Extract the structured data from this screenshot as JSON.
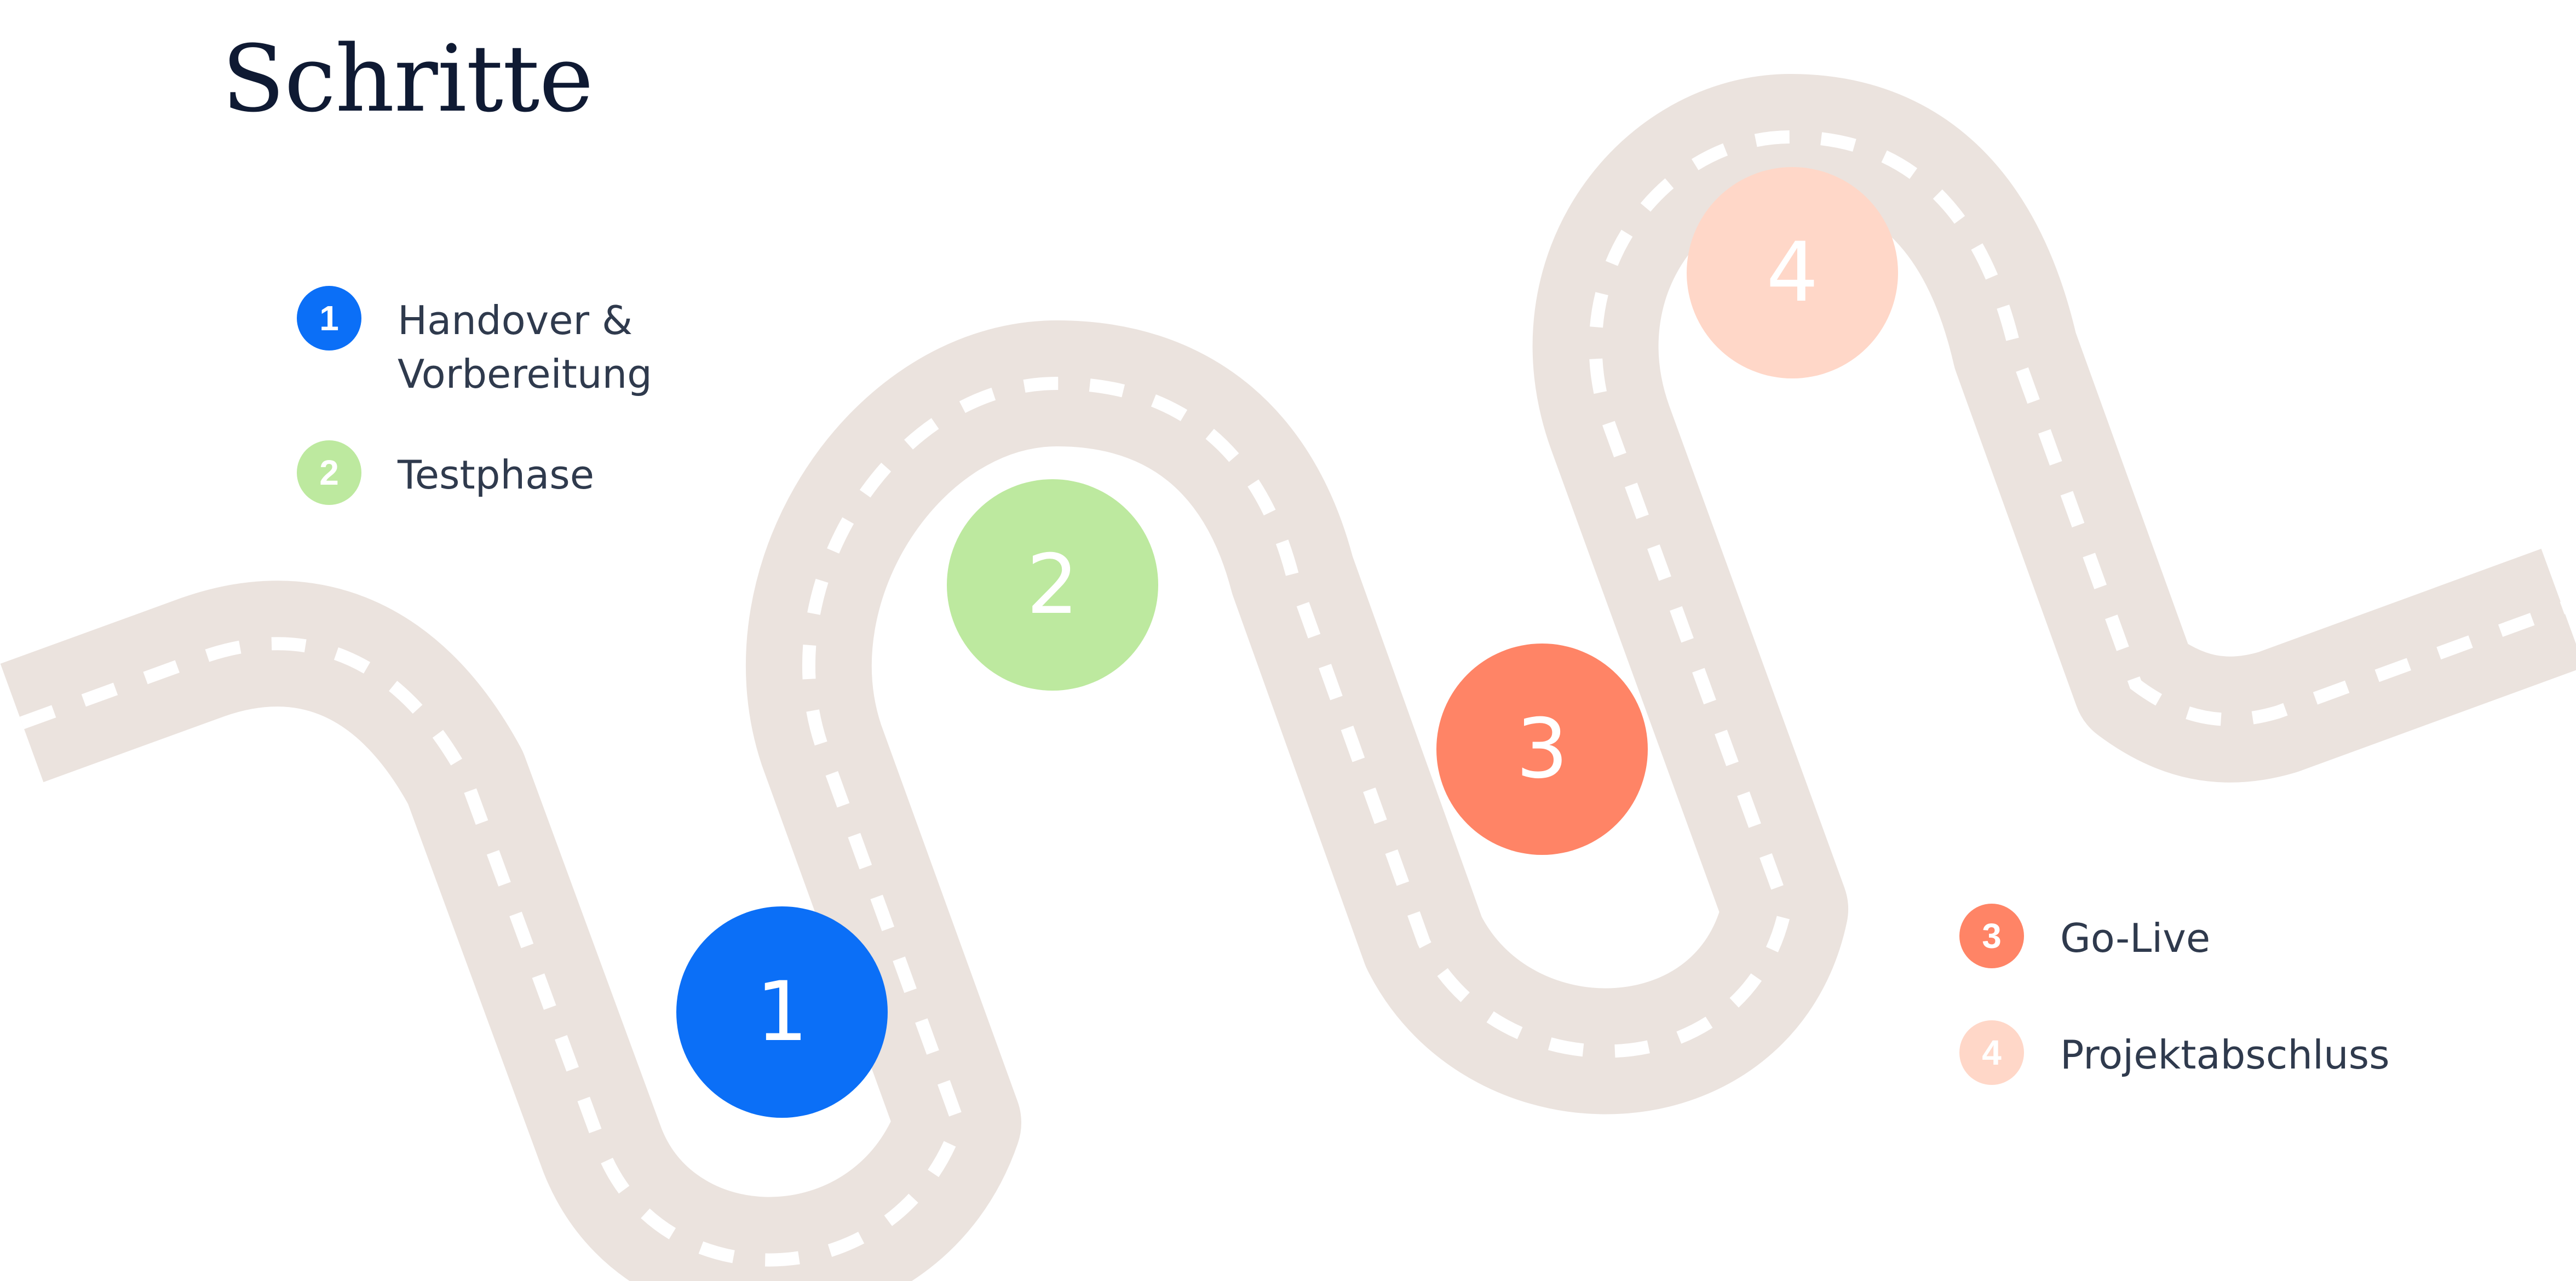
{
  "title": "Schritte",
  "colors": {
    "road": "#ebe3de",
    "lane": "#ffffff",
    "text": "#2f3a4d"
  },
  "steps": [
    {
      "number": "1",
      "label": "Handover & Vorbereitung",
      "color": "#0b6ff7"
    },
    {
      "number": "2",
      "label": "Testphase",
      "color": "#bde99f"
    },
    {
      "number": "3",
      "label": "Go-Live",
      "color": "#ff8466"
    },
    {
      "number": "4",
      "label": "Projektabschluss",
      "color": "#ffd7c8"
    }
  ]
}
